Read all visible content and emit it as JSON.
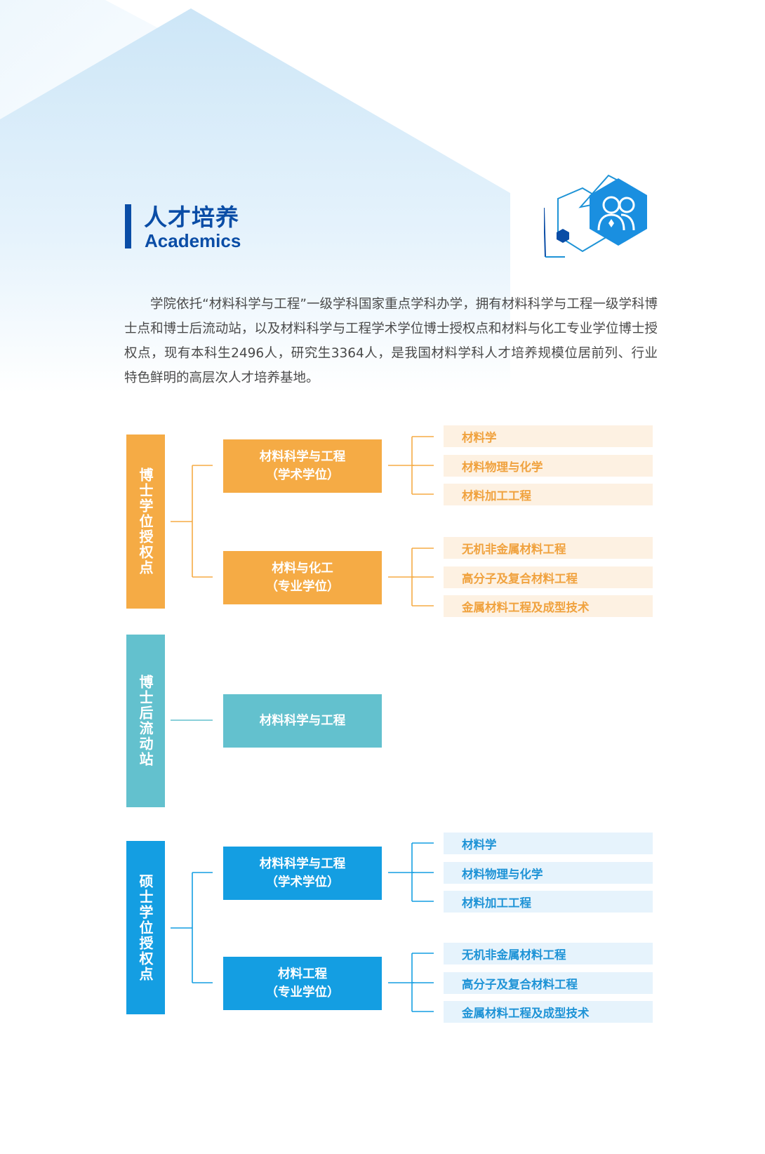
{
  "header": {
    "title_cn": "人才培养",
    "title_en": "Academics",
    "people_icon": "people-icon"
  },
  "intro": {
    "text": "学院依托“材料科学与工程”一级学科国家重点学科办学，拥有材料科学与工程一级学科博士点和博士后流动站，以及材料科学与工程学术学位博士授权点和材料与化工专业学位博士授权点，现有本科生2496人，研究生3364人，是我国材料学科人才培养规模位居前列、行业特色鲜明的高层次人才培养基地。"
  },
  "colors": {
    "orange": "#f5ab45",
    "teal": "#63c1ce",
    "blue": "#149ee2",
    "navy": "#0a4da6"
  },
  "sections": [
    {
      "label": "博士学位授权点",
      "programs": [
        {
          "name": "材料科学与工程",
          "type": "（学术学位）",
          "children": [
            "材料学",
            "材料物理与化学",
            "材料加工工程"
          ]
        },
        {
          "name": "材料与化工",
          "type": "（专业学位）",
          "children": [
            "无机非金属材料工程",
            "高分子及复合材料工程",
            "金属材料工程及成型技术"
          ]
        }
      ]
    },
    {
      "label": "博士后流动站",
      "programs": [
        {
          "name": "材料科学与工程"
        }
      ]
    },
    {
      "label": "硕士学位授权点",
      "programs": [
        {
          "name": "材料科学与工程",
          "type": "（学术学位）",
          "children": [
            "材料学",
            "材料物理与化学",
            "材料加工工程"
          ]
        },
        {
          "name": "材料工程",
          "type": "（专业学位）",
          "children": [
            "无机非金属材料工程",
            "高分子及复合材料工程",
            "金属材料工程及成型技术"
          ]
        }
      ]
    }
  ]
}
